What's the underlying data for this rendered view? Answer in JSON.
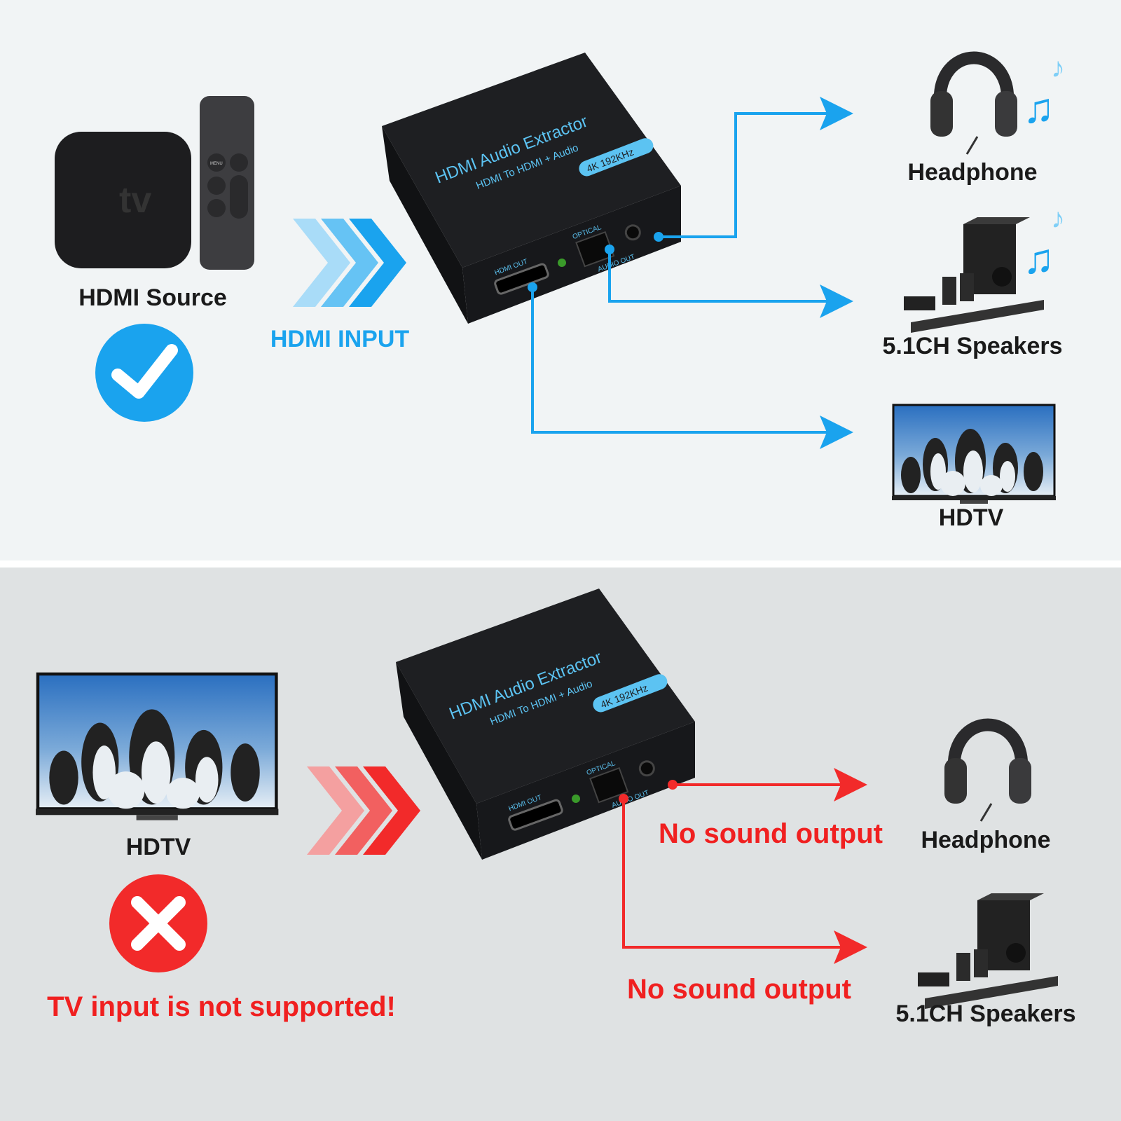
{
  "colors": {
    "ok": "#1aa3ee",
    "error": "#f22a2a",
    "device": "#1c1d20",
    "device_text": "#5cc3f2"
  },
  "device": {
    "title": "HDMI Audio Extractor",
    "subtitle": "HDMI To HDMI + Audio",
    "badge": "4K 192KHz",
    "port_hdmi": "HDMI OUT",
    "port_optical": "OPTICAL",
    "port_audio": "AUDIO OUT"
  },
  "remote": {
    "menu": "MENU"
  },
  "appletv": {
    "logo": "tv"
  },
  "supported": {
    "source_label": "HDMI Source",
    "input_label": "HDMI INPUT",
    "status_icon": "checkmark-icon",
    "outputs": [
      {
        "label": "Headphone"
      },
      {
        "label": "5.1CH Speakers"
      },
      {
        "label": "HDTV"
      }
    ]
  },
  "unsupported": {
    "source_label": "HDTV",
    "status_icon": "x-icon",
    "warning": "TV input is not supported!",
    "outputs": [
      {
        "label": "Headphone",
        "status": "No sound output"
      },
      {
        "label": "5.1CH Speakers",
        "status": "No sound output"
      }
    ]
  }
}
